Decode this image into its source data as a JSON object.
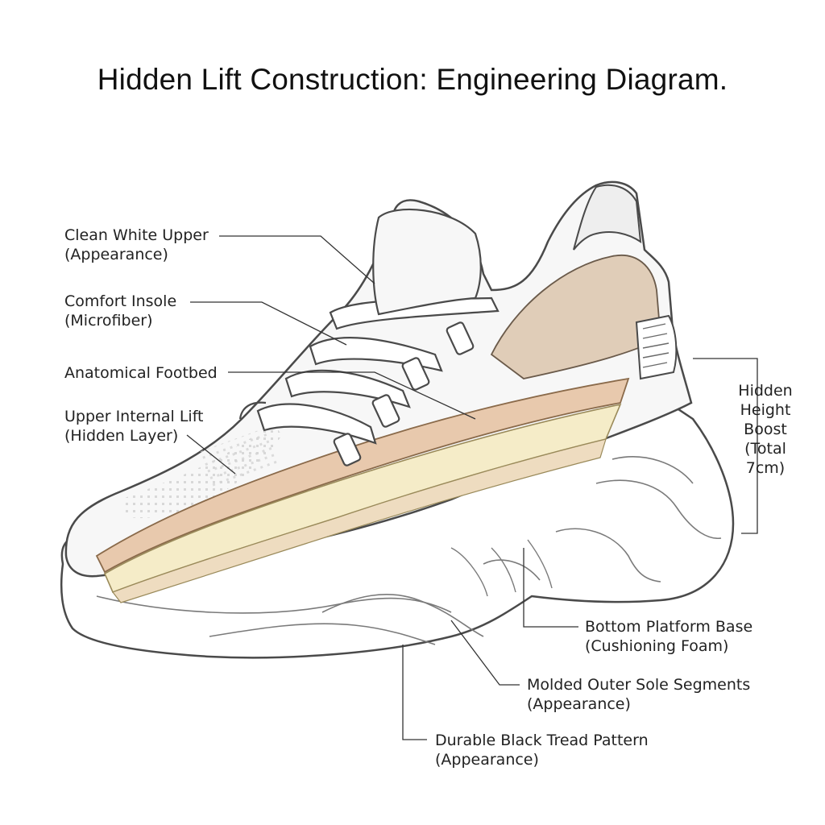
{
  "title": "Hidden Lift Construction: Engineering Diagram.",
  "labels": {
    "upper": {
      "line1": "Clean White Upper",
      "line2": "(Appearance)"
    },
    "insole": {
      "line1": "Comfort Insole",
      "line2": "(Microfiber)"
    },
    "footbed": {
      "line1": "Anatomical Footbed"
    },
    "internal_lift": {
      "line1": "Upper Internal Lift",
      "line2": "(Hidden Layer)"
    },
    "height_boost": {
      "line1": "Hidden",
      "line2": "Height",
      "line3": "Boost",
      "line4": "(Total",
      "line5": "7cm)"
    },
    "platform": {
      "line1": "Bottom Platform Base",
      "line2": "(Cushioning Foam)"
    },
    "outer_sole": {
      "line1": "Molded Outer Sole Segments",
      "line2": "(Appearance)"
    },
    "tread": {
      "line1": "Durable Black Tread Pattern",
      "line2": "(Appearance)"
    }
  },
  "colors": {
    "outline": "#4a4a4a",
    "shoe_white": "#f7f7f7",
    "footbed_tan": "#e8c9ad",
    "insole_beige": "#e0cdb8",
    "lift_cream": "#f5ecc8",
    "sole_white": "#ffffff"
  }
}
